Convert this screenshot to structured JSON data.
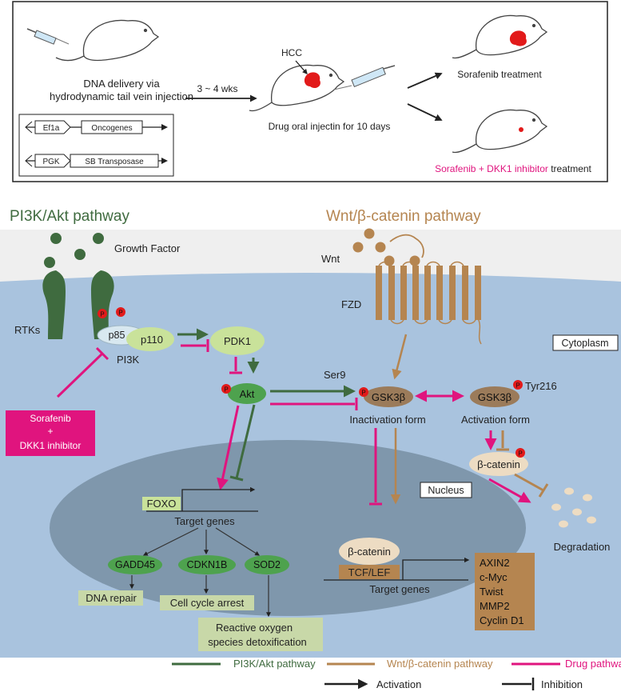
{
  "colors": {
    "pi3k_green": "#3f6b3f",
    "wnt_brown": "#b58550",
    "drug_magenta": "#e0147e",
    "cell_blue": "#a9c3de",
    "nucleus_grey": "#7f97ac",
    "light_green": "#c9e29a",
    "mid_green": "#4ea24e",
    "phospho_red": "#e21a1a",
    "box_brown": "#b58550",
    "box_green": "#c8d8a8"
  },
  "protocol": {
    "delivery_line1": "DNA delivery via",
    "delivery_line2": "hydrodynamic tail vein injection",
    "duration": "3 ~ 4 wks",
    "hcc_label": "HCC",
    "oral_label": "Drug oral injectin for 10 days",
    "sorafenib_treatment": "Sorafenib treatment",
    "combo_colored": "Sorafenib + DKK1 inhibitor",
    "combo_suffix": " treatment",
    "plasmid1_promoter": "Ef1a",
    "plasmid1_gene": "Oncogenes",
    "plasmid2_promoter": "PGK",
    "plasmid2_gene": "SB Transposase"
  },
  "pathways": {
    "pi3k_title": "PI3K/Akt pathway",
    "wnt_title": "Wnt/β-catenin pathway"
  },
  "pi3k": {
    "growth_factor": "Growth Factor",
    "rtks": "RTKs",
    "p85": "p85",
    "p110": "p110",
    "pi3k": "PI3K",
    "pdk1": "PDK1",
    "akt": "Akt",
    "foxo": "FOXO",
    "target_genes": "Target genes",
    "gadd45": "GADD45",
    "cdkn1b": "CDKN1B",
    "sod2": "SOD2",
    "dna_repair": "DNA repair",
    "cell_cycle": "Cell cycle arrest",
    "ros_line1": "Reactive oxygen",
    "ros_line2": "species detoxification"
  },
  "drug": {
    "line1": "Sorafenib",
    "line2": "+",
    "line3": "DKK1 inhibitor"
  },
  "wnt": {
    "wnt": "Wnt",
    "fzd": "FZD",
    "ser9": "Ser9",
    "gsk_inactive": "GSK3β",
    "gsk_active": "GSK3β",
    "tyr216": "Tyr216",
    "inactivation_form": "Inactivation form",
    "activation_form": "Activation form",
    "beta_catenin_cyto": "β-catenin",
    "degradation": "Degradation",
    "beta_catenin_nuc": "β-catenin",
    "tcf_lef": "TCF/LEF",
    "target_genes": "Target genes",
    "targets": [
      "AXIN2",
      "c-Myc",
      "Twist",
      "MMP2",
      "Cyclin D1"
    ]
  },
  "compartments": {
    "cytoplasm": "Cytoplasm",
    "nucleus": "Nucleus"
  },
  "phospho_label": "P",
  "legend": {
    "pi3k": "PI3K/Akt pathway",
    "wnt": "Wnt/β-catenin pathway",
    "drug": "Drug pathway",
    "activation": "Activation",
    "inhibition": "Inhibition"
  }
}
